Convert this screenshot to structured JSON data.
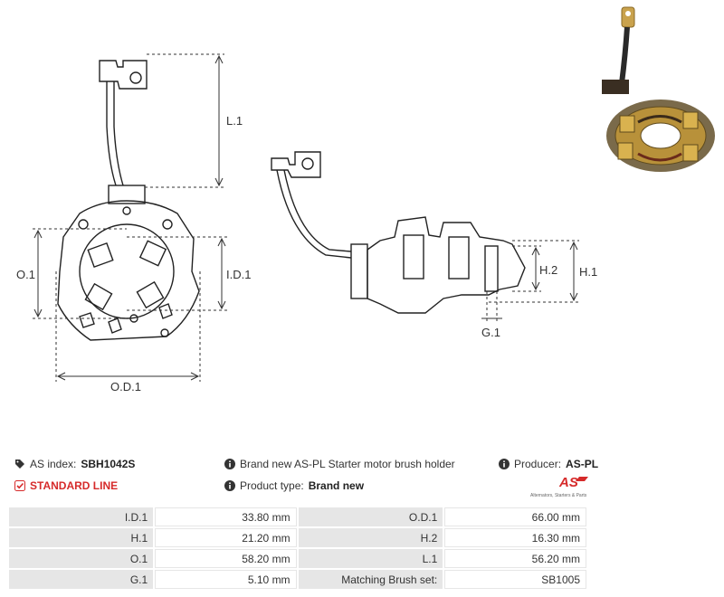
{
  "dimensions": {
    "l1": "L.1",
    "o1": "O.1",
    "id1": "I.D.1",
    "od1": "O.D.1",
    "h1": "H.1",
    "h2": "H.2",
    "g1": "G.1"
  },
  "header": {
    "as_index_label": "AS index:",
    "as_index_value": "SBH1042S",
    "description": "Brand new AS-PL Starter motor brush holder",
    "producer_label": "Producer:",
    "producer_value": "AS-PL",
    "line": "STANDARD LINE",
    "product_type_label": "Product type:",
    "product_type_value": "Brand new",
    "logo_text": "AS",
    "logo_tagline": "Alternators, Starters & Parts"
  },
  "specs": [
    {
      "l1": "I.D.1",
      "v1": "33.80  mm",
      "l2": "O.D.1",
      "v2": "66.00 mm"
    },
    {
      "l1": "H.1",
      "v1": "21.20 mm",
      "l2": "H.2",
      "v2": "16.30 mm"
    },
    {
      "l1": "O.1",
      "v1": "58.20 mm",
      "l2": "L.1",
      "v2": "56.20 mm"
    },
    {
      "l1": "G.1",
      "v1": "5.10 mm",
      "l2": "Matching Brush set:",
      "v2": "SB1005"
    }
  ],
  "colors": {
    "accent_red": "#d62a2a",
    "label_bg": "#e6e6e6",
    "brass": "#b8913a"
  }
}
